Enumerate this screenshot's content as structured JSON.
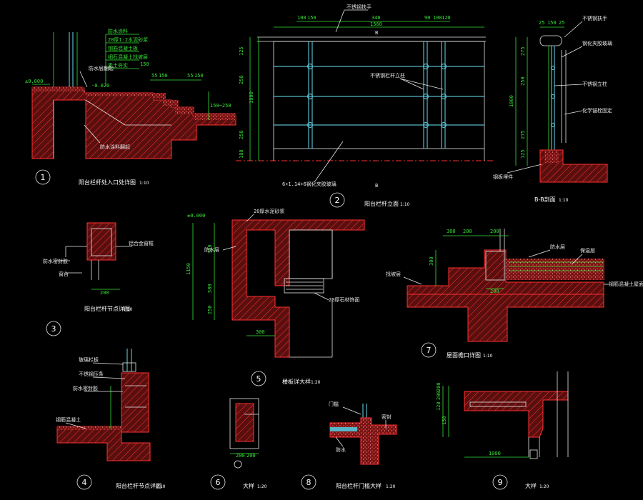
{
  "colors": {
    "background": "#000000",
    "dimension": "#36e036",
    "section_fill": "#8a1a1a",
    "hatch": "#ff2a2a",
    "glass": "#56b6c6",
    "line": "#e8e8e8"
  },
  "details": [
    {
      "number": "1",
      "caption": "阳台栏杆处入口处详图",
      "scale": "1:10"
    },
    {
      "number": "2",
      "caption": "阳台栏杆立面",
      "scale": "1:10"
    },
    {
      "number": "3",
      "caption": "阳台栏杆节点详图",
      "scale": "1:10"
    },
    {
      "number": "4",
      "caption": "阳台栏杆节点详图",
      "scale": "1:10"
    },
    {
      "number": "5",
      "caption": "楼板详大样",
      "scale": "1:20"
    },
    {
      "number": "6",
      "caption": "大样",
      "scale": "1:20"
    },
    {
      "number": "7",
      "caption": "屋面檐口详图",
      "scale": "1:10"
    },
    {
      "number": "8",
      "caption": "阳台栏杆门槛大样",
      "scale": "1:20"
    },
    {
      "number": "9",
      "caption": "大样",
      "scale": "1:20"
    }
  ],
  "section_bb": {
    "caption": "B-B剖面",
    "scale": "1:10"
  },
  "elevation_marks": {
    "top": "B",
    "bottom": "B"
  },
  "dims": {
    "d1_level_a": "±0.000",
    "d1_level_b": "-0.020",
    "d1_steps": [
      "55",
      "150",
      "55",
      "150"
    ],
    "d1_height": "150",
    "d1_range": "150~250",
    "d2_top": [
      "100",
      "150",
      "340",
      "90",
      "100",
      "120"
    ],
    "d2_width": "1560",
    "d2_left": [
      "125",
      "250",
      "1000",
      "250",
      "100"
    ],
    "dbb_top": [
      "25",
      "150",
      "25"
    ],
    "dbb_side": [
      "275",
      "250",
      "1000",
      "275",
      "125"
    ],
    "d3_w": "200",
    "d5_level": "±0.000",
    "d5_side": [
      "300",
      "1150",
      "580",
      "250"
    ],
    "d5_bottom": "300",
    "d7_top": [
      "300",
      "200",
      "200"
    ],
    "d7_side": [
      "300"
    ],
    "d7_w": "200",
    "d9_top": [
      "200",
      "120",
      "150",
      "200",
      "1000"
    ],
    "d6_w": "200",
    "d6_sub": "200"
  },
  "labels": {
    "d1_notes": [
      "防水涂料",
      "20厚1:2水泥砂浆",
      "钢筋混凝土板",
      "细石混凝土找坡层",
      "素土夯实"
    ],
    "d1_leader_a": "防水层翻起",
    "d1_leader_b": "防水涂料翻起",
    "d2_top_note": "不锈钢扶手",
    "d2_mid_note": "不锈钢栏杆立柱",
    "d2_bottom_note": "6+1.14+6钢化夹胶玻璃",
    "dbb_notes": [
      "不锈钢扶手",
      "钢化夹胶玻璃",
      "不锈钢立柱",
      "化学锚栓固定",
      "钢板埋件"
    ],
    "d3_notes": [
      "铝合金窗框",
      "防水密封胶",
      "窗台"
    ],
    "d5_notes": [
      "20厚水泥砂浆",
      "防水层",
      "20厚石材饰面"
    ],
    "d7_notes": [
      "防水层",
      "保温层",
      "找坡层",
      "钢筋混凝土屋面板"
    ],
    "d4_notes": [
      "玻璃栏板",
      "不锈钢压条",
      "防水密封胶",
      "钢筋混凝土"
    ],
    "d8_notes": [
      "门槛",
      "防水",
      "密封"
    ]
  }
}
